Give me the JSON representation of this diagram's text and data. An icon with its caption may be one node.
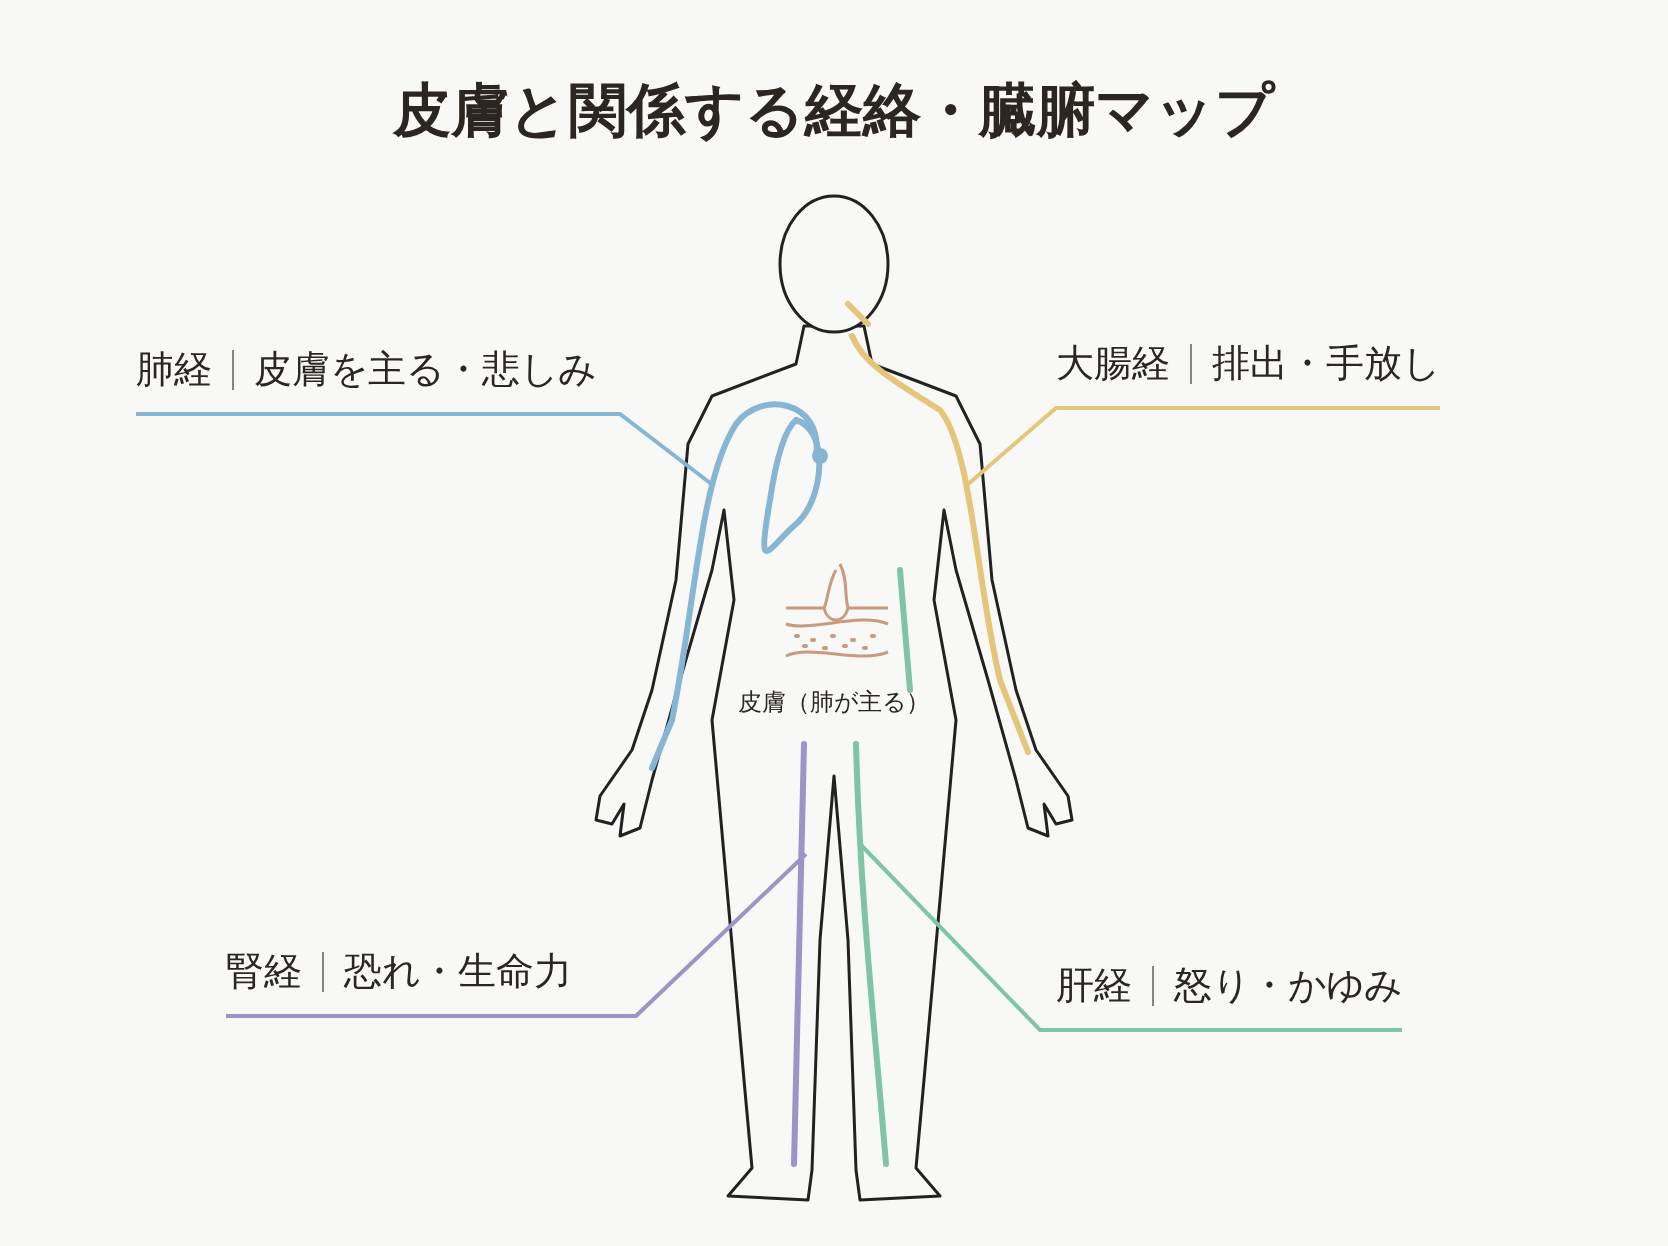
{
  "diagram": {
    "title": "皮膚と関係する経絡・臓腑マップ",
    "nodes": [
      {
        "text": [
          "肺経",
          "皮膚を主る・悲しみ"
        ]
      },
      {
        "text": [
          "大腸経",
          "排出・手放し"
        ]
      },
      {
        "text": [
          "腎経",
          "恐れ・生命力"
        ]
      },
      {
        "text": [
          "肝経",
          "怒り・かゆみ"
        ]
      }
    ],
    "edges": [
      {
        "from": 0,
        "to": null,
        "arrow": "none",
        "color": "#86b6d4"
      },
      {
        "from": 1,
        "to": null,
        "arrow": "none",
        "color": "#e3c679"
      },
      {
        "from": 2,
        "to": null,
        "arrow": "none",
        "color": "#9a94c8"
      },
      {
        "from": 3,
        "to": null,
        "arrow": "none",
        "color": "#7fc4a6"
      }
    ],
    "labels": [
      "皮膚（肺が主る）"
    ]
  }
}
